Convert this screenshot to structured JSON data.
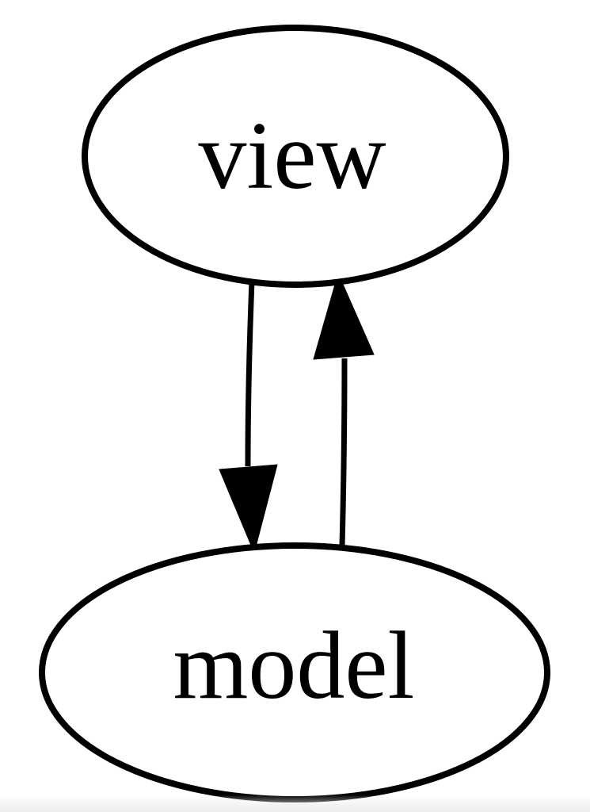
{
  "diagram": {
    "type": "directed-graph",
    "background_color": "#ffffff",
    "stroke_color": "#000000",
    "node_fill_color": "#ffffff",
    "nodes": [
      {
        "id": "view",
        "label": "view",
        "shape": "ellipse"
      },
      {
        "id": "model",
        "label": "model",
        "shape": "ellipse"
      }
    ],
    "edges": [
      {
        "from": "view",
        "to": "model",
        "direction": "down",
        "arrowhead": "filled-triangle"
      },
      {
        "from": "model",
        "to": "view",
        "direction": "up",
        "arrowhead": "filled-triangle"
      }
    ]
  }
}
